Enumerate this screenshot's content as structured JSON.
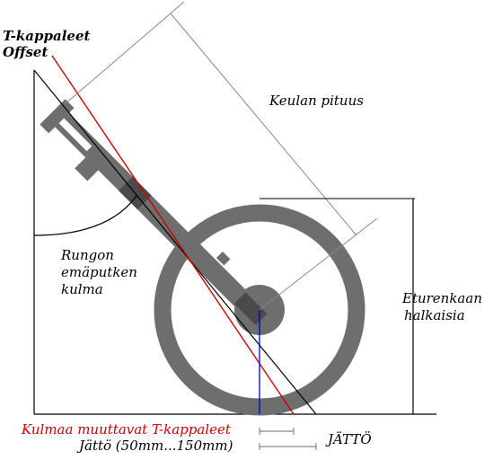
{
  "labels": {
    "t_offset_line1": "T-kappaleet",
    "t_offset_line2": "Offset",
    "fork_length": "Keulan pituus",
    "head_angle_line1": "Rungon",
    "head_angle_line2": "emäputken",
    "head_angle_line3": "kulma",
    "wheel_diameter_line1": "Eturenkaan",
    "wheel_diameter_line2": "halkaisia",
    "angle_changing_t": "Kulmaa muuttavat T-kappaleet",
    "trail_range": "Jättö (50mm...150mm)",
    "trail": "JÄTTÖ"
  },
  "colors": {
    "fork_gray": "#6e6e6e",
    "red_line": "#d00000",
    "blue_line": "#0000cc",
    "dimension_gray": "#888888",
    "black": "#000000"
  }
}
